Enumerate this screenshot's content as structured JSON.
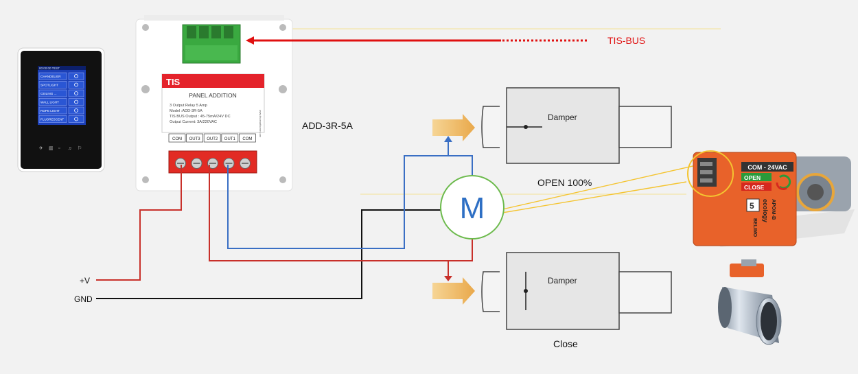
{
  "touch_panel": {
    "status_text": "00:00:00 TEST",
    "items": [
      {
        "label": "CHANDELIER",
        "icon": "chandelier-icon"
      },
      {
        "label": "SPOTLIGHT",
        "icon": "bulb-icon"
      },
      {
        "label": "CEILING ...",
        "icon": "bulb-icon"
      },
      {
        "label": "WALL LIGHT",
        "icon": "wall-lamp-icon"
      },
      {
        "label": "ROPE LIGHT",
        "icon": "rope-light-icon"
      },
      {
        "label": "FLUORESCENT",
        "icon": "tube-light-icon"
      }
    ]
  },
  "module": {
    "brand": "TIS",
    "title": "PANEL ADDITION",
    "specs": [
      "3 Output Relay 5 Amp",
      "Model :ADD-3R-5A",
      "TIS BUS Output : 45-75mA/24V DC",
      "Output Current: 3A/220VAC"
    ],
    "side_text": "www.tissmarthome.com",
    "terminals": [
      "COM",
      "OUT3",
      "OUT2",
      "OUT1",
      "COM"
    ],
    "model_label": "ADD-3R-5A"
  },
  "bus_label": "TIS-BUS",
  "motor_label": "M",
  "power": {
    "positive": "+V",
    "ground": "GND"
  },
  "damper_open": {
    "label": "Damper",
    "caption": "OPEN 100%"
  },
  "damper_closed": {
    "label": "Damper",
    "caption": "Close"
  },
  "actuator": {
    "header": "COM - 24VAC",
    "open": "OPEN",
    "close": "CLOSE",
    "brand": "ecology",
    "model": "APOM-B",
    "maker": "BELIMO"
  },
  "colors": {
    "bus": "#e01010",
    "positive": "#c8302a",
    "signal": "#3a6fc4",
    "motor_ring": "#6cba4c",
    "motor_text": "#2e6fc4",
    "terminal_green": "#3aa940",
    "actuator_orange": "#e8622a"
  }
}
